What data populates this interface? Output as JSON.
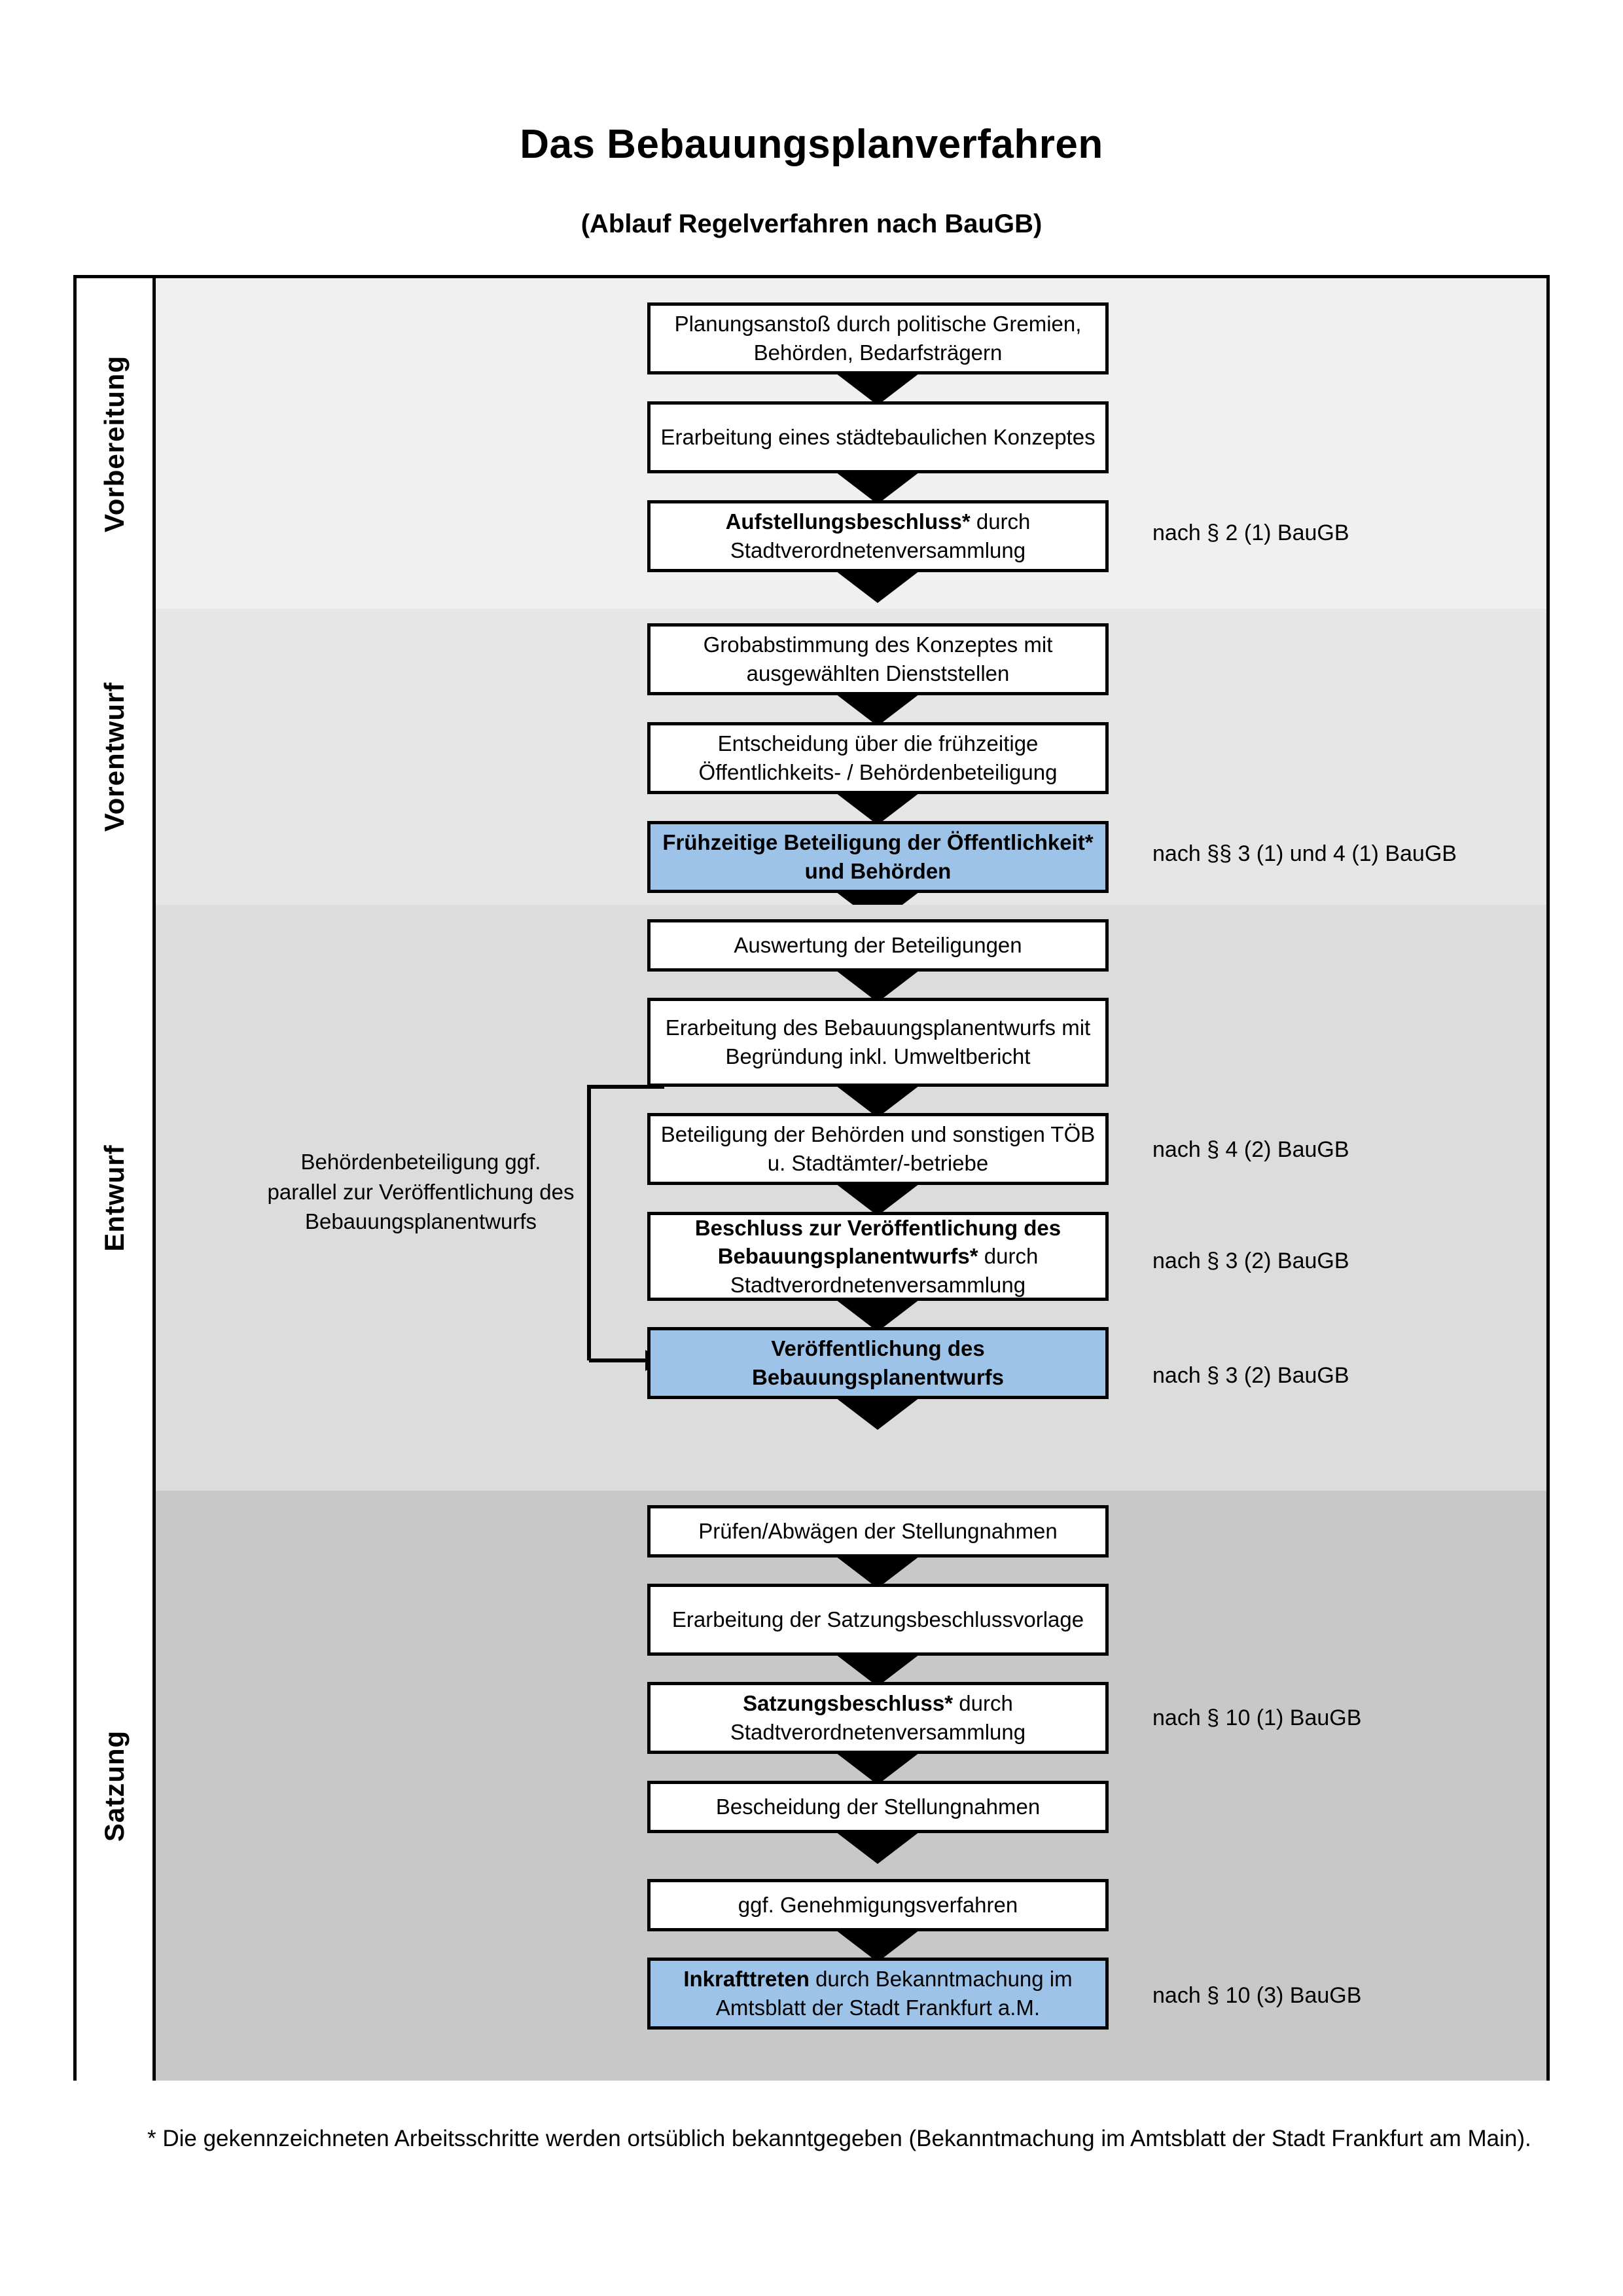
{
  "header": {
    "title": "Das Bebauungsplanverfahren",
    "subtitle": "(Ablauf Regelverfahren nach BauGB)"
  },
  "phases": [
    {
      "label": "Vorbereitung",
      "background": "#F0F0F0",
      "steps": [
        {
          "text": "Planungsanstoß durch politische Gremien, Behörden, Bedarfsträgern",
          "bold_prefix": "",
          "highlight": false
        },
        {
          "text": "Erarbeitung eines städtebaulichen Konzeptes",
          "bold_prefix": "",
          "highlight": false
        },
        {
          "text": "Aufstellungsbeschluss* durch Stadtverordnetenversammlung",
          "bold_prefix": "Aufstellungsbeschluss*",
          "bold_rest": " durch Stadtverordnetenversammlung",
          "highlight": false
        }
      ],
      "references": [
        {
          "text": "nach § 2 (1) BauGB"
        }
      ]
    },
    {
      "label": "Vorentwurf",
      "background": "#E6E6E6",
      "steps": [
        {
          "text": "Grobabstimmung des Konzeptes mit ausgewählten Dienststellen",
          "highlight": false
        },
        {
          "text": "Entscheidung über die frühzeitige Öffentlichkeits- / Behördenbeteiligung",
          "highlight": false
        },
        {
          "text": "Frühzeitige Beteiligung der Öffentlichkeit* und Behörden",
          "highlight": true,
          "all_bold": true
        }
      ],
      "references": [
        {
          "text": "nach §§ 3 (1) und 4 (1) BauGB"
        }
      ]
    },
    {
      "label": "Entwurf",
      "background": "#DCDCDC",
      "sidenote": "Behördenbeteiligung ggf. parallel zur Veröffentlichung des Bebauungsplanentwurfs",
      "steps": [
        {
          "text": "Auswertung der Beteiligungen",
          "highlight": false
        },
        {
          "text": "Erarbeitung des Bebauungsplanentwurfs mit Begründung inkl. Umweltbericht",
          "highlight": false
        },
        {
          "text": "Beteiligung der Behörden und sonstigen TÖB u. Stadtämter/-betriebe",
          "highlight": false
        },
        {
          "text": "Beschluss zur Veröffentlichung des Bebauungsplanentwurfs* durch Stadtverordnetenversammlung",
          "bold_prefix": "Beschluss zur Veröffentlichung des Bebauungsplanentwurfs*",
          "bold_rest": " durch Stadtverordnetenversammlung",
          "highlight": false
        },
        {
          "text": "Veröffentlichung des Bebauungsplanentwurfs",
          "highlight": true,
          "all_bold": true
        }
      ],
      "references": [
        {
          "text": "nach § 4 (2) BauGB"
        },
        {
          "text": "nach § 3 (2) BauGB"
        },
        {
          "text": "nach § 3 (2) BauGB"
        }
      ]
    },
    {
      "label": "Satzung",
      "background": "#C8C8C8",
      "steps": [
        {
          "text": "Prüfen/Abwägen der Stellungnahmen",
          "highlight": false
        },
        {
          "text": "Erarbeitung der Satzungsbeschlussvorlage",
          "highlight": false
        },
        {
          "text": "Satzungsbeschluss* durch Stadtverordnetenversammlung",
          "bold_prefix": "Satzungsbeschluss*",
          "bold_rest": " durch Stadtverordnetenversammlung",
          "highlight": false
        },
        {
          "text": "Bescheidung der Stellungnahmen",
          "highlight": false
        },
        {
          "text": "ggf. Genehmigungsverfahren",
          "highlight": false
        },
        {
          "text": "Inkrafttreten durch Bekanntmachung im Amtsblatt der Stadt Frankfurt a.M.",
          "bold_prefix": "Inkrafttreten",
          "bold_rest": " durch Bekanntmachung im Amtsblatt der Stadt Frankfurt a.M.",
          "highlight": true
        }
      ],
      "references": [
        {
          "text": "nach § 10 (1) BauGB"
        },
        {
          "text": "nach § 10 (3) BauGB"
        }
      ]
    }
  ],
  "footnote": "* Die gekennzeichneten Arbeitsschritte werden ortsüblich bekanntgegeben (Bekanntmachung im Amtsblatt  der Stadt Frankfurt am Main).",
  "colors": {
    "highlight_blue": "#9DC3E8",
    "border_black": "#000000",
    "phase_1_bg": "#F0F0F0",
    "phase_2_bg": "#E6E6E6",
    "phase_3_bg": "#DCDCDC",
    "phase_4_bg": "#C8C8C8"
  }
}
